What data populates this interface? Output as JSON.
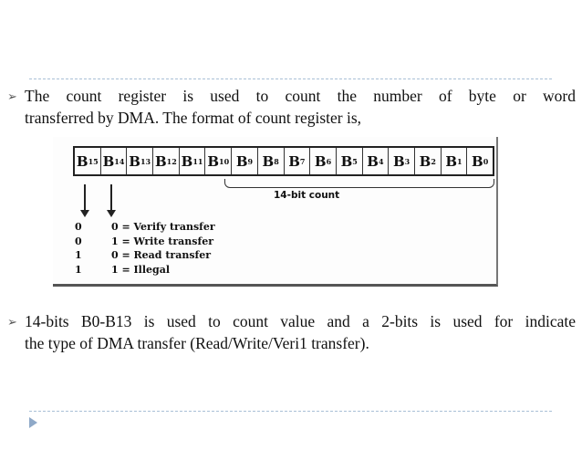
{
  "slide": {
    "bullet_glyph": "➢",
    "paragraph1": {
      "line1": "The count register is used to count the number of byte or word",
      "line2": "transferred by DMA. The format of count register is,"
    },
    "figure": {
      "register_bits": [
        {
          "base": "B",
          "sub": "15"
        },
        {
          "base": "B",
          "sub": "14"
        },
        {
          "base": "B",
          "sub": "13"
        },
        {
          "base": "B",
          "sub": "12"
        },
        {
          "base": "B",
          "sub": "11"
        },
        {
          "base": "B",
          "sub": "10"
        },
        {
          "base": "B",
          "sub": "9"
        },
        {
          "base": "B",
          "sub": "8"
        },
        {
          "base": "B",
          "sub": "7"
        },
        {
          "base": "B",
          "sub": "6"
        },
        {
          "base": "B",
          "sub": "5"
        },
        {
          "base": "B",
          "sub": "4"
        },
        {
          "base": "B",
          "sub": "3"
        },
        {
          "base": "B",
          "sub": "2"
        },
        {
          "base": "B",
          "sub": "1"
        },
        {
          "base": "B",
          "sub": "0"
        }
      ],
      "count_label": "14-bit count",
      "legend": [
        {
          "b15": "0",
          "b14": "0 = Verify transfer"
        },
        {
          "b15": "0",
          "b14": "1 = Write transfer"
        },
        {
          "b15": "1",
          "b14": "0 = Read transfer"
        },
        {
          "b15": "1",
          "b14": "1 = Illegal"
        }
      ]
    },
    "paragraph2": {
      "line1": "14-bits B0-B13 is used to count value and a 2-bits is used for indicate",
      "line2": "the type of DMA transfer (Read/Write/Veri1 transfer)."
    },
    "colors": {
      "rule": "#a9bfd6",
      "marker": "#8fa9c8"
    }
  }
}
